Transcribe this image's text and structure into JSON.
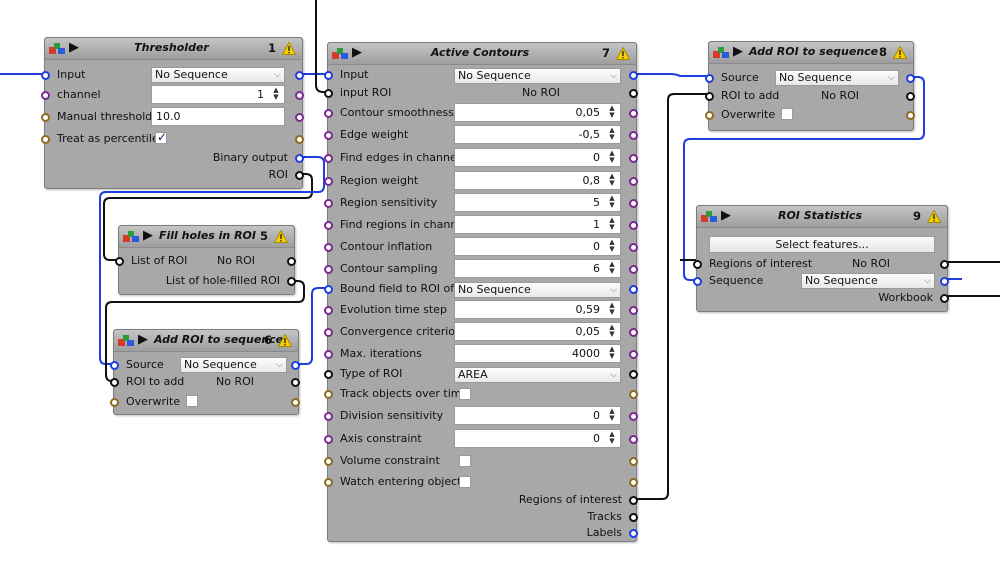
{
  "colors": {
    "wire_blue": "#1f3fe0",
    "wire_black": "#111111",
    "block_bg": "#a8a8a8",
    "port_purple": "#7a2b8f",
    "port_olive": "#8c6d1f",
    "warning_yellow": "#f5d000"
  },
  "icons": {
    "block_logo": "plugin-logo-icon",
    "run": "play-icon",
    "warning": "warning-icon",
    "dropdown": "chevron-down-icon",
    "spinner": "spinner-arrows-icon",
    "check": "checkmark-icon"
  },
  "thresholder": {
    "title": "Thresholder",
    "number": "1",
    "input_label": "Input",
    "input_value": "No Sequence",
    "channel_label": "channel",
    "channel_value": "1",
    "manual_label": "Manual thresholds",
    "manual_value": "10.0",
    "percentiles_label": "Treat as percentiles",
    "percentiles_checked": true,
    "binary_output_label": "Binary output",
    "roi_label": "ROI"
  },
  "fill_holes": {
    "title": "Fill holes in ROI",
    "number": "5",
    "list_label": "List of ROI",
    "list_value": "No ROI",
    "output_label": "List of hole-filled ROI"
  },
  "add_roi_6": {
    "title": "Add ROI to sequence",
    "number": "6",
    "source_label": "Source",
    "source_value": "No Sequence",
    "roi_label": "ROI to add",
    "roi_value": "No ROI",
    "overwrite_label": "Overwrite"
  },
  "active_contours": {
    "title": "Active Contours",
    "number": "7",
    "input_label": "Input",
    "input_value": "No Sequence",
    "input_roi_label": "input ROI",
    "input_roi_value": "No ROI",
    "contour_smoothness_label": "Contour smoothness",
    "contour_smoothness_value": "0,05",
    "edge_weight_label": "Edge weight",
    "edge_weight_value": "-0,5",
    "find_edges_label": "Find edges in channel",
    "find_edges_value": "0",
    "region_weight_label": "Region weight",
    "region_weight_value": "0,8",
    "region_sensitivity_label": "Region sensitivity",
    "region_sensitivity_value": "5",
    "find_regions_label": "Find regions in channel",
    "find_regions_value": "1",
    "contour_inflation_label": "Contour inflation",
    "contour_inflation_value": "0",
    "contour_sampling_label": "Contour sampling",
    "contour_sampling_value": "6",
    "bound_field_label": "Bound field to ROI of",
    "bound_field_value": "No Sequence",
    "evolution_label": "Evolution time step",
    "evolution_value": "0,59",
    "convergence_label": "Convergence criterion",
    "convergence_value": "0,05",
    "max_iter_label": "Max. iterations",
    "max_iter_value": "4000",
    "type_roi_label": "Type of ROI",
    "type_roi_value": "AREA",
    "track_label": "Track objects over time",
    "division_label": "Division sensitivity",
    "division_value": "0",
    "axis_label": "Axis constraint",
    "axis_value": "0",
    "volume_label": "Volume constraint",
    "watch_label": "Watch entering objects",
    "out_regions_label": "Regions of interest",
    "out_tracks_label": "Tracks",
    "out_labels_label": "Labels"
  },
  "add_roi_8": {
    "title": "Add ROI to sequence",
    "number": "8",
    "source_label": "Source",
    "source_value": "No Sequence",
    "roi_label": "ROI to add",
    "roi_value": "No ROI",
    "overwrite_label": "Overwrite"
  },
  "roi_statistics": {
    "title": "ROI Statistics",
    "number": "9",
    "select_button": "Select features...",
    "regions_label": "Regions of interest",
    "regions_value": "No ROI",
    "sequence_label": "Sequence",
    "sequence_value": "No Sequence",
    "workbook_label": "Workbook"
  }
}
